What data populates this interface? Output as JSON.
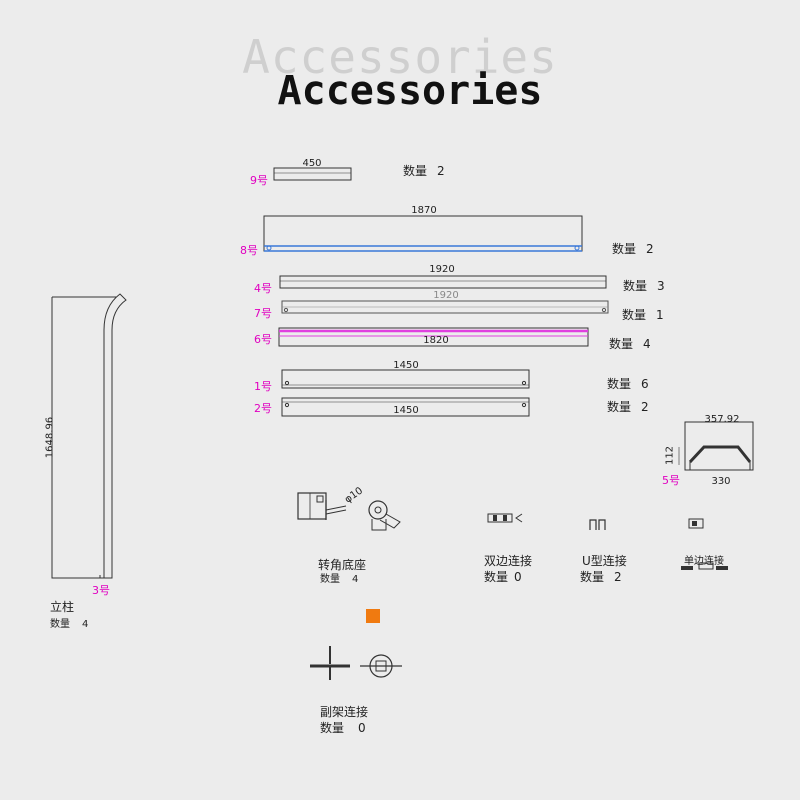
{
  "title_shadow": "Accessories",
  "title": "Accessories",
  "bars": [
    {
      "id": "9",
      "label": "9号",
      "dim": "450",
      "qty_label": "数量",
      "qty": "2"
    },
    {
      "id": "8",
      "label": "8号",
      "dim": "1870",
      "qty_label": "数量",
      "qty": "2",
      "color": "#3a78d8"
    },
    {
      "id": "4",
      "label": "4号",
      "dim": "1920",
      "qty_label": "数量",
      "qty": "3"
    },
    {
      "id": "7",
      "label": "7号",
      "dim": "1920",
      "qty_label": "数量",
      "qty": "1"
    },
    {
      "id": "6",
      "label": "6号",
      "dim": "1820",
      "qty_label": "数量",
      "qty": "4",
      "color": "#e040e0"
    },
    {
      "id": "1",
      "label": "1号",
      "dim": "1450",
      "qty_label": "数量",
      "qty": "6"
    },
    {
      "id": "2",
      "label": "2号",
      "dim": "1450",
      "qty_label": "数量",
      "qty": "2"
    }
  ],
  "part5": {
    "label": "5号",
    "dim_top": "357.92",
    "dim_side": "112",
    "dim_bottom": "330"
  },
  "column": {
    "label": "3号",
    "dim": "1648.96",
    "name": "立柱",
    "qty_label": "数量",
    "qty": "4"
  },
  "corner_base": {
    "name": "转角底座",
    "qty_label": "数量",
    "qty": "4",
    "dim": "φ10"
  },
  "double_connector": {
    "name": "双边连接",
    "qty_label": "数量",
    "qty": "0"
  },
  "u_connector": {
    "name": "U型连接",
    "qty_label": "数量",
    "qty": "2"
  },
  "single_connector": {
    "name": "单边连接"
  },
  "subframe_connector": {
    "name": "副架连接",
    "qty_label": "数量",
    "qty": "0"
  },
  "colors": {
    "pink_label": "#e000c0",
    "blue_bar": "#3a78d8",
    "magenta_bar": "#e040e0",
    "orange_square": "#f07a10"
  }
}
